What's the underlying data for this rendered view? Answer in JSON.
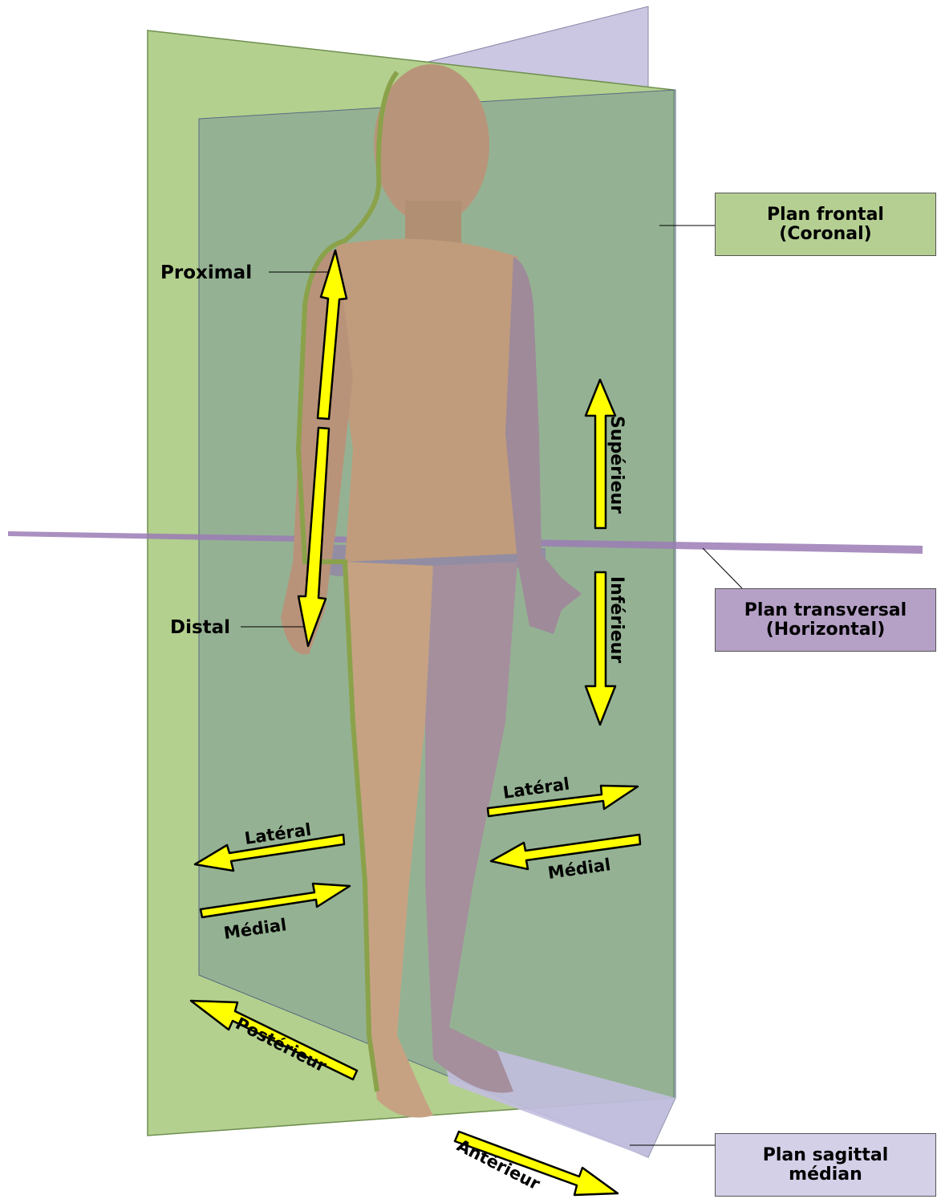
{
  "colors": {
    "frontal_plane": "#b3d08e",
    "sagittal_plane": "#b9b4d8",
    "transverse_plane": "#9b7bb5",
    "arrow_fill": "#ffff00",
    "arrow_stroke": "#000000",
    "skin": "#c9a27c"
  },
  "plane_labels": {
    "frontal": {
      "line1": "Plan frontal",
      "line2": "(Coronal)",
      "bg": "#b5cf92"
    },
    "transverse": {
      "line1": "Plan transversal",
      "line2": "(Horizontal)",
      "bg": "#b5a0c6"
    },
    "sagittal": {
      "line1": "Plan sagittal",
      "line2": "médian",
      "bg": "#d3d0e8"
    }
  },
  "direction_labels": {
    "proximal": "Proximal",
    "distal": "Distal",
    "superieur": "Supérieur",
    "inferieur": "Inférieur",
    "lateral_left": "Latéral",
    "medial_left": "Médial",
    "lateral_right": "Latéral",
    "medial_right": "Médial",
    "posterieur": "Postérieur",
    "anterieur": "Antérieur"
  }
}
